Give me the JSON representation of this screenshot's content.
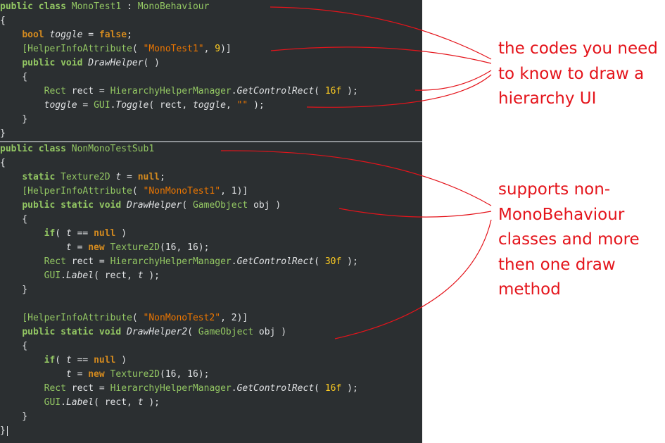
{
  "code_top": [
    [
      [
        "kw",
        "public"
      ],
      [
        "pl",
        " "
      ],
      [
        "kw",
        "class"
      ],
      [
        "pl",
        " "
      ],
      [
        "tg",
        "MonoTest1"
      ],
      [
        "pl",
        " : "
      ],
      [
        "tg",
        "MonoBehaviour"
      ]
    ],
    [
      [
        "pl",
        "{"
      ]
    ],
    [
      [
        "pl",
        "    "
      ],
      [
        "kwo",
        "bool"
      ],
      [
        "pl",
        " "
      ],
      [
        "it",
        "toggle"
      ],
      [
        "pl",
        " = "
      ],
      [
        "kwo",
        "false"
      ],
      [
        "pl",
        ";"
      ]
    ],
    [
      [
        "pl",
        "    "
      ],
      [
        "at",
        "[HelperInfoAttribute"
      ],
      [
        "pl",
        "( "
      ],
      [
        "str",
        "\"MonoTest1\""
      ],
      [
        "pl",
        ", "
      ],
      [
        "num",
        "9"
      ],
      [
        "pl",
        ")]"
      ]
    ],
    [
      [
        "pl",
        "    "
      ],
      [
        "kw",
        "public"
      ],
      [
        "pl",
        " "
      ],
      [
        "kw",
        "void"
      ],
      [
        "pl",
        " "
      ],
      [
        "it",
        "DrawHelper"
      ],
      [
        "pl",
        "( )"
      ]
    ],
    [
      [
        "pl",
        "    {"
      ]
    ],
    [
      [
        "pl",
        "        "
      ],
      [
        "tg",
        "Rect"
      ],
      [
        "pl",
        " rect = "
      ],
      [
        "tg",
        "HierarchyHelperManager"
      ],
      [
        "pl",
        "."
      ],
      [
        "it",
        "GetControlRect"
      ],
      [
        "pl",
        "( "
      ],
      [
        "num",
        "16f"
      ],
      [
        "pl",
        " );"
      ]
    ],
    [
      [
        "pl",
        "        "
      ],
      [
        "it",
        "toggle"
      ],
      [
        "pl",
        " = "
      ],
      [
        "tg",
        "GUI"
      ],
      [
        "pl",
        "."
      ],
      [
        "it",
        "Toggle"
      ],
      [
        "pl",
        "( rect, "
      ],
      [
        "it",
        "toggle"
      ],
      [
        "pl",
        ", "
      ],
      [
        "str",
        "\"\""
      ],
      [
        "pl",
        " );"
      ]
    ],
    [
      [
        "pl",
        "    }"
      ]
    ],
    [
      [
        "pl",
        "}"
      ]
    ]
  ],
  "code_bottom": [
    [
      [
        "kw",
        "public"
      ],
      [
        "pl",
        " "
      ],
      [
        "kw",
        "class"
      ],
      [
        "pl",
        " "
      ],
      [
        "tg",
        "NonMonoTestSub1"
      ]
    ],
    [
      [
        "pl",
        "{"
      ]
    ],
    [
      [
        "pl",
        "    "
      ],
      [
        "kw",
        "static"
      ],
      [
        "pl",
        " "
      ],
      [
        "tg",
        "Texture2D"
      ],
      [
        "pl",
        " "
      ],
      [
        "it",
        "t"
      ],
      [
        "pl",
        " = "
      ],
      [
        "kwo",
        "null"
      ],
      [
        "pl",
        ";"
      ]
    ],
    [
      [
        "pl",
        "    "
      ],
      [
        "at",
        "[HelperInfoAttribute"
      ],
      [
        "pl",
        "( "
      ],
      [
        "str",
        "\"NonMonoTest1\""
      ],
      [
        "pl",
        ", 1)]"
      ]
    ],
    [
      [
        "pl",
        "    "
      ],
      [
        "kw",
        "public"
      ],
      [
        "pl",
        " "
      ],
      [
        "kw",
        "static"
      ],
      [
        "pl",
        " "
      ],
      [
        "kw",
        "void"
      ],
      [
        "pl",
        " "
      ],
      [
        "it",
        "DrawHelper"
      ],
      [
        "pl",
        "( "
      ],
      [
        "tg",
        "GameObject"
      ],
      [
        "pl",
        " obj )"
      ]
    ],
    [
      [
        "pl",
        "    {"
      ]
    ],
    [
      [
        "pl",
        "        "
      ],
      [
        "kw",
        "if"
      ],
      [
        "pl",
        "( "
      ],
      [
        "it",
        "t"
      ],
      [
        "pl",
        " == "
      ],
      [
        "kwo",
        "null"
      ],
      [
        "pl",
        " )"
      ]
    ],
    [
      [
        "pl",
        "            "
      ],
      [
        "it",
        "t"
      ],
      [
        "pl",
        " = "
      ],
      [
        "kwo",
        "new"
      ],
      [
        "pl",
        " "
      ],
      [
        "tg",
        "Texture2D"
      ],
      [
        "pl",
        "(16, 16);"
      ]
    ],
    [
      [
        "pl",
        "        "
      ],
      [
        "tg",
        "Rect"
      ],
      [
        "pl",
        " rect = "
      ],
      [
        "tg",
        "HierarchyHelperManager"
      ],
      [
        "pl",
        "."
      ],
      [
        "it",
        "GetControlRect"
      ],
      [
        "pl",
        "( "
      ],
      [
        "num",
        "30f"
      ],
      [
        "pl",
        " );"
      ]
    ],
    [
      [
        "pl",
        "        "
      ],
      [
        "tg",
        "GUI"
      ],
      [
        "pl",
        "."
      ],
      [
        "it",
        "Label"
      ],
      [
        "pl",
        "( rect, "
      ],
      [
        "it",
        "t"
      ],
      [
        "pl",
        " );"
      ]
    ],
    [
      [
        "pl",
        "    }"
      ]
    ],
    [
      [
        "pl",
        ""
      ]
    ],
    [
      [
        "pl",
        "    "
      ],
      [
        "at",
        "[HelperInfoAttribute"
      ],
      [
        "pl",
        "( "
      ],
      [
        "str",
        "\"NonMonoTest2\""
      ],
      [
        "pl",
        ", 2)]"
      ]
    ],
    [
      [
        "pl",
        "    "
      ],
      [
        "kw",
        "public"
      ],
      [
        "pl",
        " "
      ],
      [
        "kw",
        "static"
      ],
      [
        "pl",
        " "
      ],
      [
        "kw",
        "void"
      ],
      [
        "pl",
        " "
      ],
      [
        "it",
        "DrawHelper2"
      ],
      [
        "pl",
        "( "
      ],
      [
        "tg",
        "GameObject"
      ],
      [
        "pl",
        " obj )"
      ]
    ],
    [
      [
        "pl",
        "    {"
      ]
    ],
    [
      [
        "pl",
        "        "
      ],
      [
        "kw",
        "if"
      ],
      [
        "pl",
        "( "
      ],
      [
        "it",
        "t"
      ],
      [
        "pl",
        " == "
      ],
      [
        "kwo",
        "null"
      ],
      [
        "pl",
        " )"
      ]
    ],
    [
      [
        "pl",
        "            "
      ],
      [
        "it",
        "t"
      ],
      [
        "pl",
        " = "
      ],
      [
        "kwo",
        "new"
      ],
      [
        "pl",
        " "
      ],
      [
        "tg",
        "Texture2D"
      ],
      [
        "pl",
        "(16, 16);"
      ]
    ],
    [
      [
        "pl",
        "        "
      ],
      [
        "tg",
        "Rect"
      ],
      [
        "pl",
        " rect = "
      ],
      [
        "tg",
        "HierarchyHelperManager"
      ],
      [
        "pl",
        "."
      ],
      [
        "it",
        "GetControlRect"
      ],
      [
        "pl",
        "( "
      ],
      [
        "num",
        "16f"
      ],
      [
        "pl",
        " );"
      ]
    ],
    [
      [
        "pl",
        "        "
      ],
      [
        "tg",
        "GUI"
      ],
      [
        "pl",
        "."
      ],
      [
        "it",
        "Label"
      ],
      [
        "pl",
        "( rect, "
      ],
      [
        "it",
        "t"
      ],
      [
        "pl",
        " );"
      ]
    ],
    [
      [
        "pl",
        "    }"
      ]
    ],
    [
      [
        "pl",
        "}"
      ]
    ]
  ],
  "annotations": {
    "note1": [
      "the codes you need",
      "to know to draw a",
      "hierarchy UI"
    ],
    "note2": [
      "supports non-",
      "MonoBehaviour",
      "classes and more",
      "then one draw",
      "method"
    ]
  },
  "colors": {
    "editor_bg": "#2b2f31",
    "annotation": "#e4141b"
  }
}
